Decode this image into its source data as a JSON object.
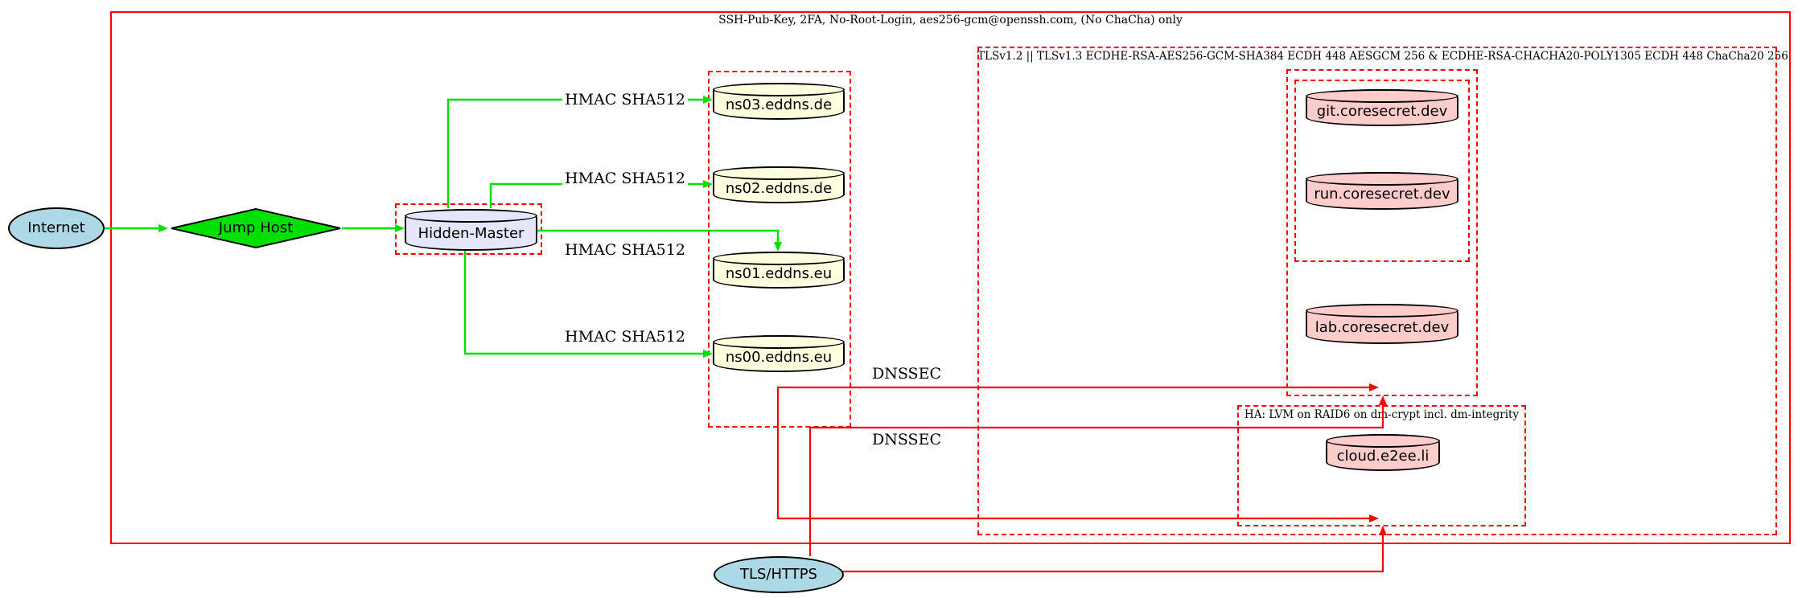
{
  "diagram": {
    "clusters": {
      "ssh": {
        "label": "SSH-Pub-Key, 2FA, No-Root-Login, aes256-gcm@openssh.com, (No ChaCha) only"
      },
      "tls": {
        "label": "TLSv1.2 || TLSv1.3 ECDHE-RSA-AES256-GCM-SHA384 ECDH 448 AESGCM 256 & ECDHE-RSA-CHACHA20-POLY1305 ECDH 448 ChaCha20 256"
      },
      "ha": {
        "label": "HA: LVM on RAID6 on dm-crypt incl. dm-integrity"
      }
    },
    "nodes": {
      "internet": {
        "label": "Internet",
        "shape": "ellipse",
        "fill": "#ADD8E6"
      },
      "jump_host": {
        "label": "Jump Host",
        "shape": "diamond",
        "fill": "#00E000"
      },
      "hidden_master": {
        "label": "Hidden-Master",
        "shape": "cylinder",
        "fill": "#E6E6FA"
      },
      "ns03": {
        "label": "ns03.eddns.de",
        "shape": "cylinder",
        "fill": "#FFFFE0"
      },
      "ns02": {
        "label": "ns02.eddns.de",
        "shape": "cylinder",
        "fill": "#FFFFE0"
      },
      "ns01": {
        "label": "ns01.eddns.eu",
        "shape": "cylinder",
        "fill": "#FFFFE0"
      },
      "ns00": {
        "label": "ns00.eddns.eu",
        "shape": "cylinder",
        "fill": "#FFFFE0"
      },
      "git": {
        "label": "git.coresecret.dev",
        "shape": "cylinder",
        "fill": "#FFCCCC"
      },
      "run": {
        "label": "run.coresecret.dev",
        "shape": "cylinder",
        "fill": "#FFCCCC"
      },
      "lab": {
        "label": "lab.coresecret.dev",
        "shape": "cylinder",
        "fill": "#FFCCCC"
      },
      "cloud": {
        "label": "cloud.e2ee.li",
        "shape": "cylinder",
        "fill": "#FFCCCC"
      },
      "tls_https": {
        "label": "TLS/HTTPS",
        "shape": "ellipse",
        "fill": "#ADD8E6"
      }
    },
    "edge_labels": {
      "hmac_ns03": "HMAC SHA512",
      "hmac_ns02": "HMAC SHA512",
      "hmac_ns01": "HMAC SHA512",
      "hmac_ns00": "HMAC SHA512",
      "dnssec_core": "DNSSEC",
      "dnssec_ha": "DNSSEC"
    },
    "colors": {
      "edge_green": "#00E000",
      "edge_red": "#FF0000",
      "cluster_red": "#FF0000",
      "node_blue": "#ADD8E6",
      "node_green": "#00E000",
      "node_lavender": "#E6E6FA",
      "node_yellow": "#FFFFE0",
      "node_pink": "#FFCCCC",
      "text": "#000000",
      "background": "#FFFFFF"
    }
  }
}
